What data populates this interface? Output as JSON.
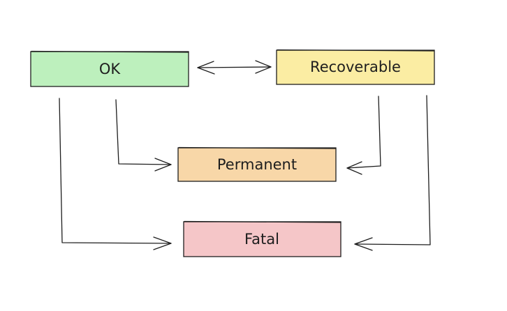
{
  "nodes": {
    "ok": {
      "label": "OK",
      "fill": "#bdf0bd"
    },
    "recoverable": {
      "label": "Recoverable",
      "fill": "#fbeda3"
    },
    "permanent": {
      "label": "Permanent",
      "fill": "#f8d7a8"
    },
    "fatal": {
      "label": "Fatal",
      "fill": "#f5c6c8"
    }
  },
  "edges": [
    {
      "from": "ok",
      "to": "recoverable",
      "bidirectional": true
    },
    {
      "from": "ok",
      "to": "permanent",
      "bidirectional": false
    },
    {
      "from": "ok",
      "to": "fatal",
      "bidirectional": false
    },
    {
      "from": "recoverable",
      "to": "permanent",
      "bidirectional": false
    },
    {
      "from": "recoverable",
      "to": "fatal",
      "bidirectional": false
    }
  ],
  "colors": {
    "stroke": "#1e1e1e",
    "background": "#ffffff"
  }
}
